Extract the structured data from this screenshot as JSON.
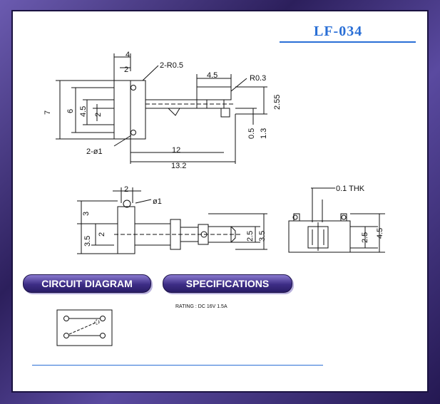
{
  "model": "LF-034",
  "sections": {
    "circuit_label": "CIRCUIT DIAGRAM",
    "spec_label": "SPECIFICATIONS"
  },
  "specs": {
    "rating": "RATING : DC 16V  1.5A"
  },
  "dims": {
    "top_4": "4",
    "top_2": "2",
    "top_r05": "2-R0.5",
    "top_45": "4.5",
    "top_r03": "R0.3",
    "top_7": "7",
    "top_6": "6",
    "top_45v": "4.5",
    "top_2v": "2",
    "top_255": "2.55",
    "top_05": "0.5",
    "top_13": "1.3",
    "top_phi1": "2-ø1",
    "top_12": "12",
    "top_132": "13.2",
    "side_2": "2",
    "side_phi1": "ø1",
    "side_3": "3",
    "side_35": "3.5",
    "side_2v": "2",
    "side_25": "2.5",
    "side_35r": "3.5",
    "end_thk": "0.1 THK",
    "end_25": "2.5",
    "end_45": "4.5"
  }
}
